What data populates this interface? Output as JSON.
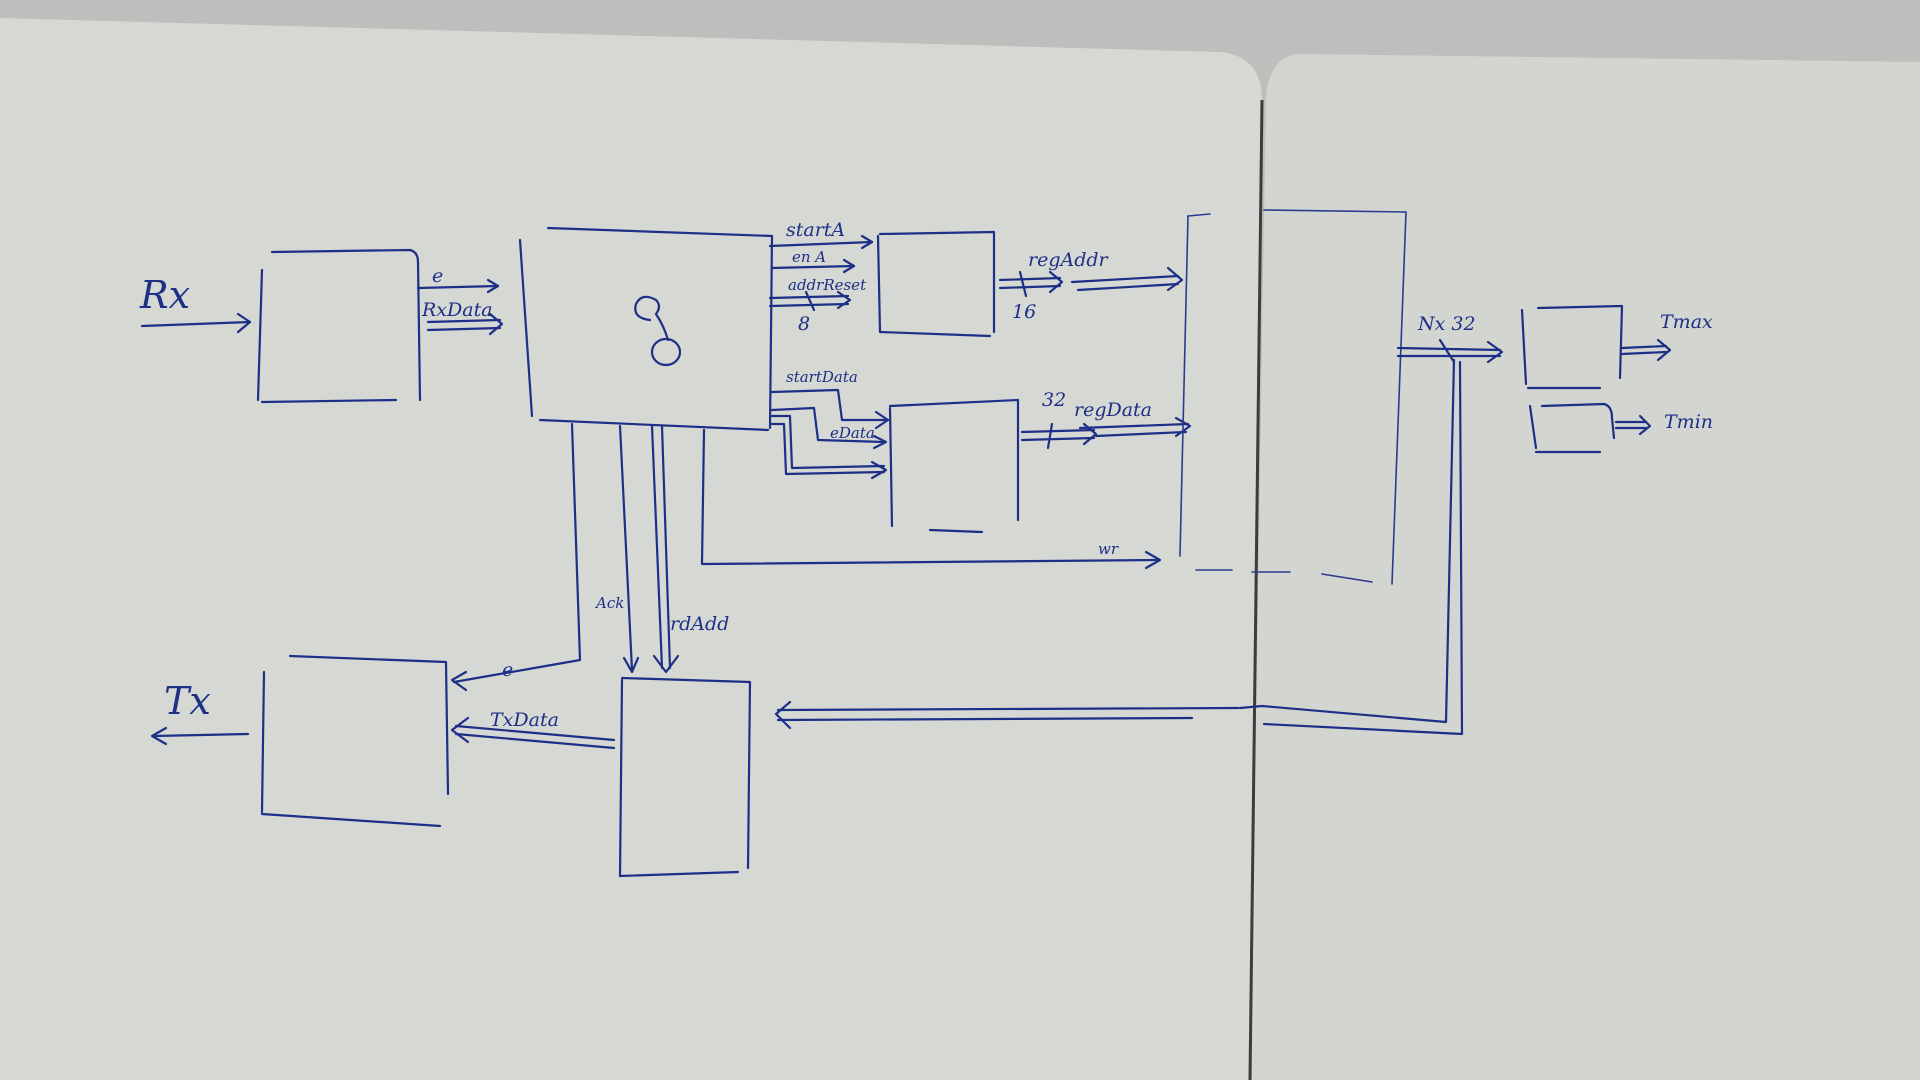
{
  "labels": {
    "rx": "Rx",
    "tx": "Tx",
    "e_top": "e",
    "rxdata": "RxData",
    "startA": "startA",
    "enA": "en A",
    "addrReset": "addrReset",
    "width_8": "8",
    "regAddr": "regAddr",
    "width_16": "16",
    "startData": "startData",
    "eData": "eData",
    "width_32": "32",
    "regData": "regData",
    "wr": "wr",
    "nx32": "Nx 32",
    "tmax": "Tmax",
    "tmin": "Tmin",
    "ack": "Ack",
    "rdAdd": "rdAdd",
    "e_bottom": "e",
    "txdata": "TxData"
  },
  "colors": {
    "ink": "#1d2f86",
    "board": "#d6d8d4",
    "wall": "#bdbfbd"
  }
}
